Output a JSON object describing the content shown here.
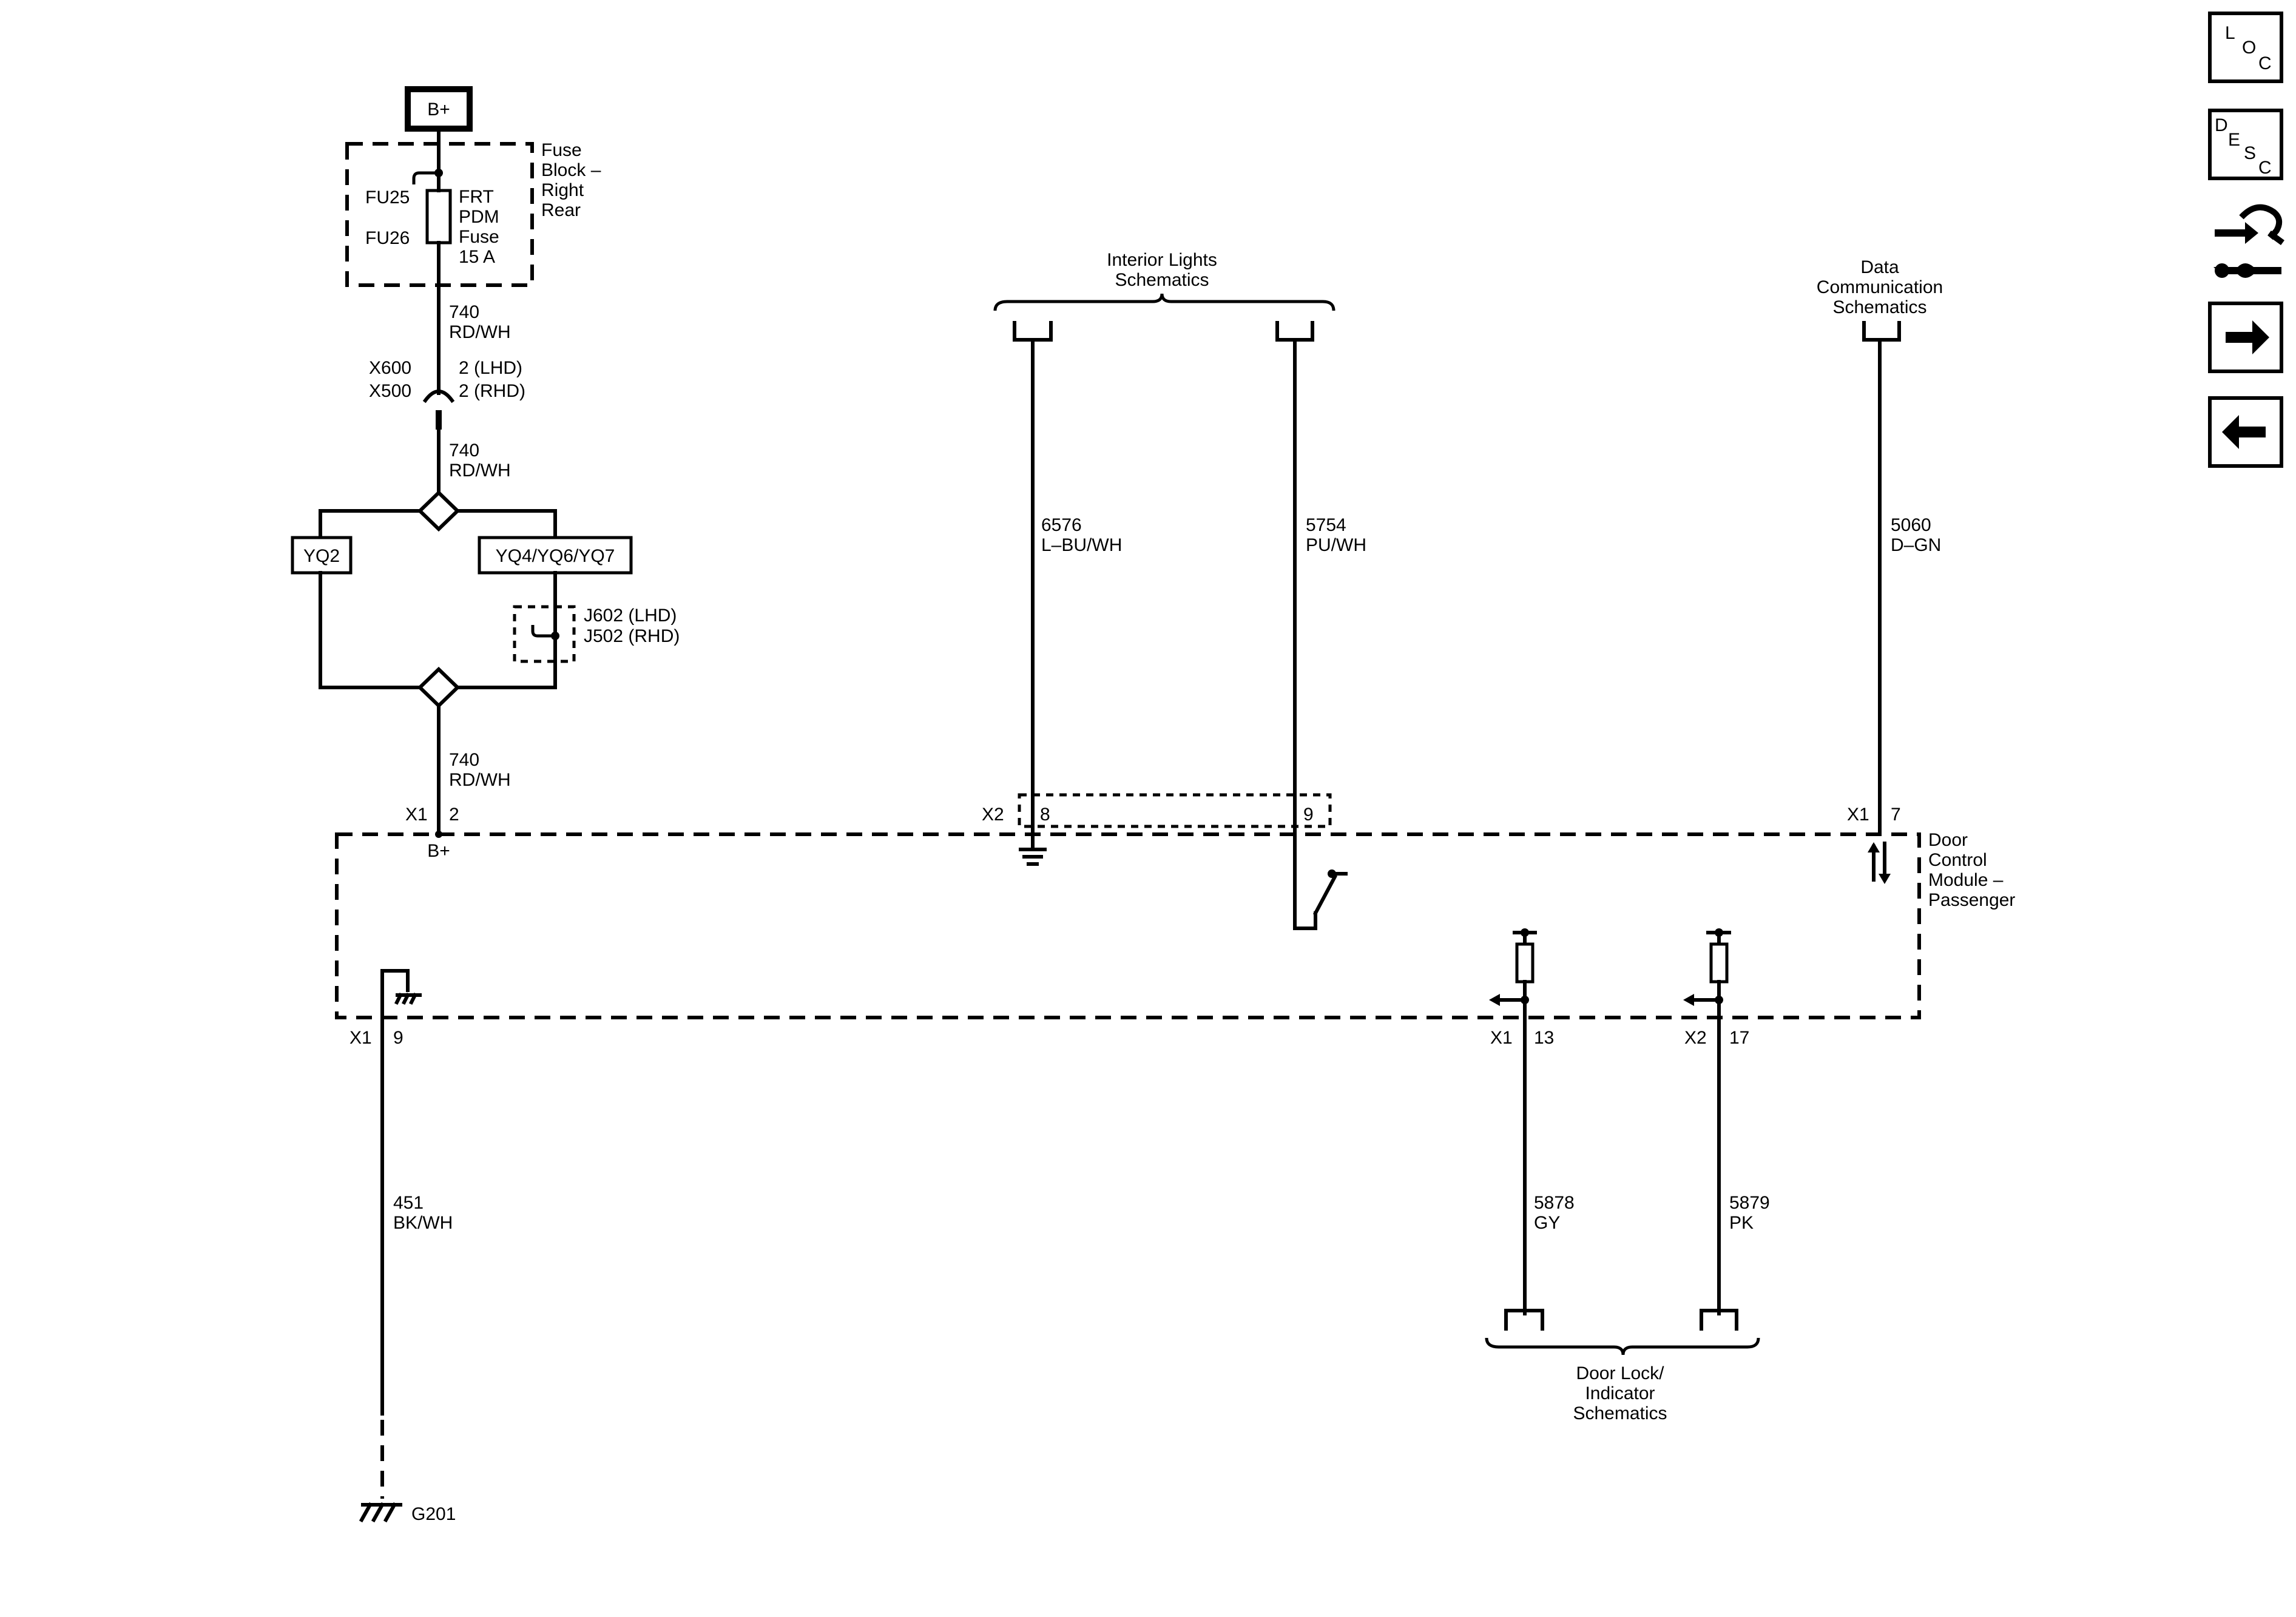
{
  "power": {
    "bplus": "B+",
    "module_bplus": "B+"
  },
  "fuse_block": {
    "label": [
      "Fuse",
      "Block –",
      "Right",
      "Rear"
    ],
    "fuse_ids": [
      "FU25",
      "FU26"
    ],
    "fuse_label": [
      "FRT",
      "PDM",
      "Fuse",
      "15 A"
    ]
  },
  "wires": {
    "w740_top": [
      "740",
      "RD/WH"
    ],
    "w740_mid": [
      "740",
      "RD/WH"
    ],
    "w740_bot": [
      "740",
      "RD/WH"
    ],
    "w6576": [
      "6576",
      "L–BU/WH"
    ],
    "w5754": [
      "5754",
      "PU/WH"
    ],
    "w5060": [
      "5060",
      "D–GN"
    ],
    "w451": [
      "451",
      "BK/WH"
    ],
    "w5878": [
      "5878",
      "GY"
    ],
    "w5879": [
      "5879",
      "PK"
    ]
  },
  "inline_connector": {
    "ids": [
      "X600",
      "X500"
    ],
    "pins": [
      "2 (LHD)",
      "2 (RHD)"
    ]
  },
  "options": {
    "left": "YQ2",
    "right": "YQ4/YQ6/YQ7"
  },
  "jumper": [
    "J602 (LHD)",
    "J502 (RHD)"
  ],
  "pins": {
    "x1_2": [
      "X1",
      "2"
    ],
    "x2_8": [
      "X2",
      "8"
    ],
    "x2_9": "9",
    "x1_7": [
      "X1",
      "7"
    ],
    "x1_9": [
      "X1",
      "9"
    ],
    "x1_13": [
      "X1",
      "13"
    ],
    "x2_17": [
      "X2",
      "17"
    ]
  },
  "refs": {
    "interior_lights": [
      "Interior Lights",
      "Schematics"
    ],
    "data_comm": [
      "Data",
      "Communication",
      "Schematics"
    ],
    "door_lock": [
      "Door Lock/",
      "Indicator",
      "Schematics"
    ]
  },
  "module": [
    "Door",
    "Control",
    "Module –",
    "Passenger"
  ],
  "ground": "G201",
  "nav": {
    "loc": [
      "L",
      "O",
      "C"
    ],
    "desc": [
      "D",
      "E",
      "S",
      "C"
    ],
    "icons": [
      "connector-tool-icon",
      "arrow-right-icon",
      "arrow-left-icon"
    ]
  }
}
